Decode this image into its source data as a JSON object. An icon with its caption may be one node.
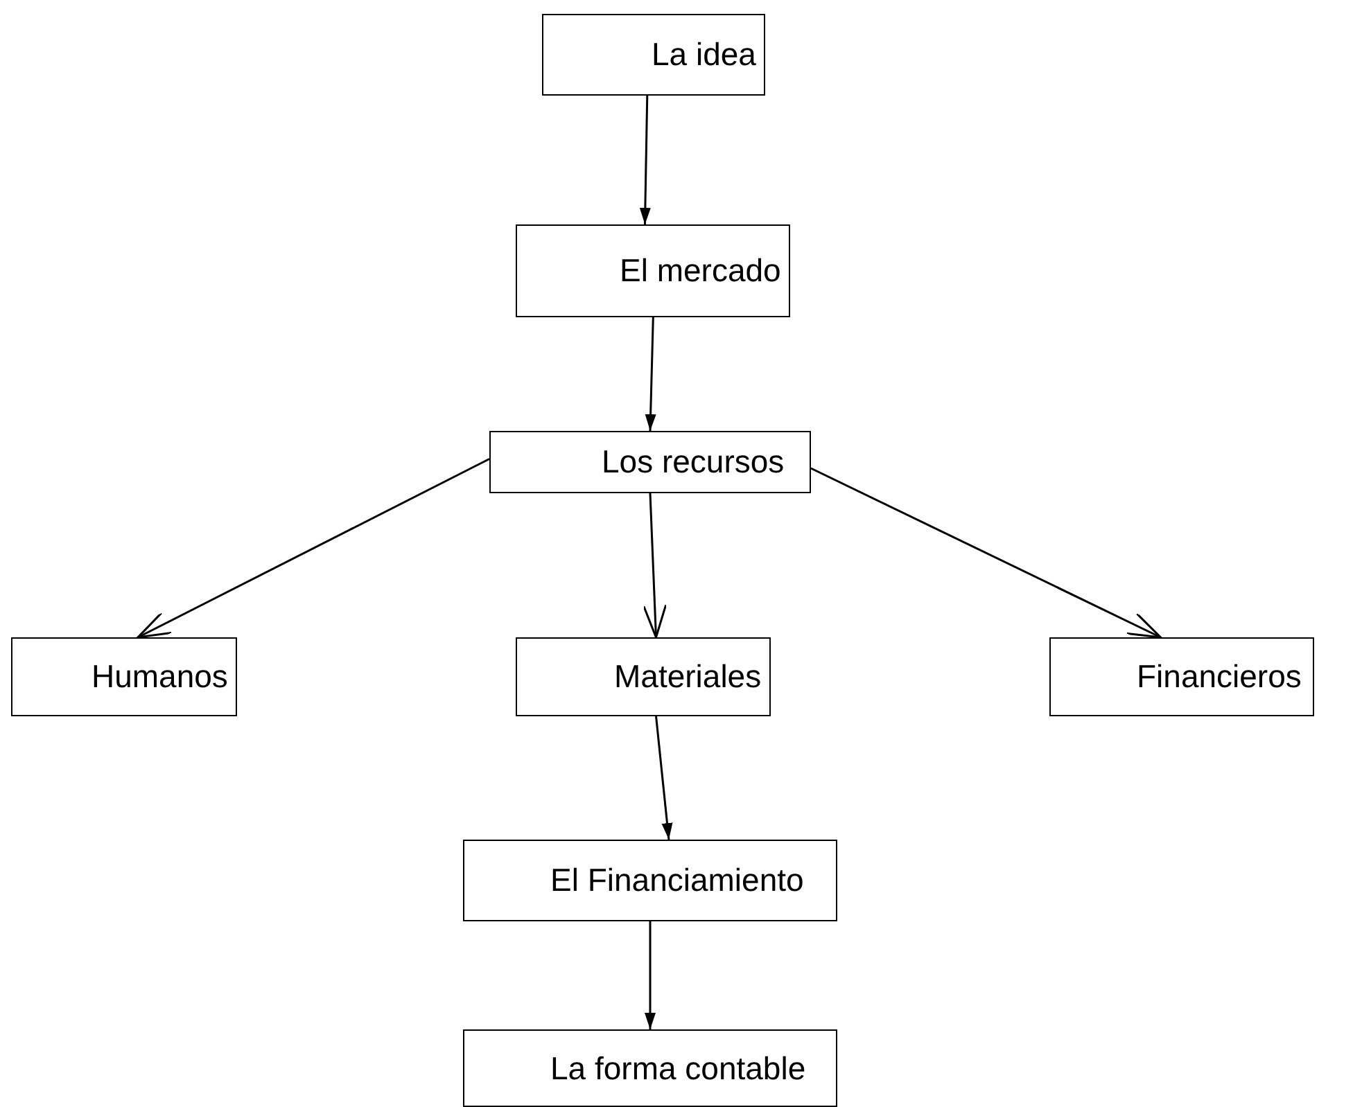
{
  "diagram": {
    "nodes": [
      {
        "text": [
          "La idea"
        ]
      },
      {
        "text": [
          "El mercado"
        ]
      },
      {
        "text": [
          "Los recursos"
        ]
      },
      {
        "text": [
          "Humanos"
        ]
      },
      {
        "text": [
          "Materiales"
        ]
      },
      {
        "text": [
          "Financieros"
        ]
      },
      {
        "text": [
          "El Financiamiento"
        ]
      },
      {
        "text": [
          "La forma contable"
        ]
      }
    ],
    "edges": [
      {
        "from": 0,
        "to": 1,
        "arrow": "to"
      },
      {
        "from": 1,
        "to": 2,
        "arrow": "to"
      },
      {
        "from": 2,
        "to": 3,
        "arrow": "to"
      },
      {
        "from": 2,
        "to": 4,
        "arrow": "to"
      },
      {
        "from": 2,
        "to": 5,
        "arrow": "to"
      },
      {
        "from": 4,
        "to": 6,
        "arrow": "to"
      },
      {
        "from": 6,
        "to": 7,
        "arrow": "to"
      }
    ]
  }
}
